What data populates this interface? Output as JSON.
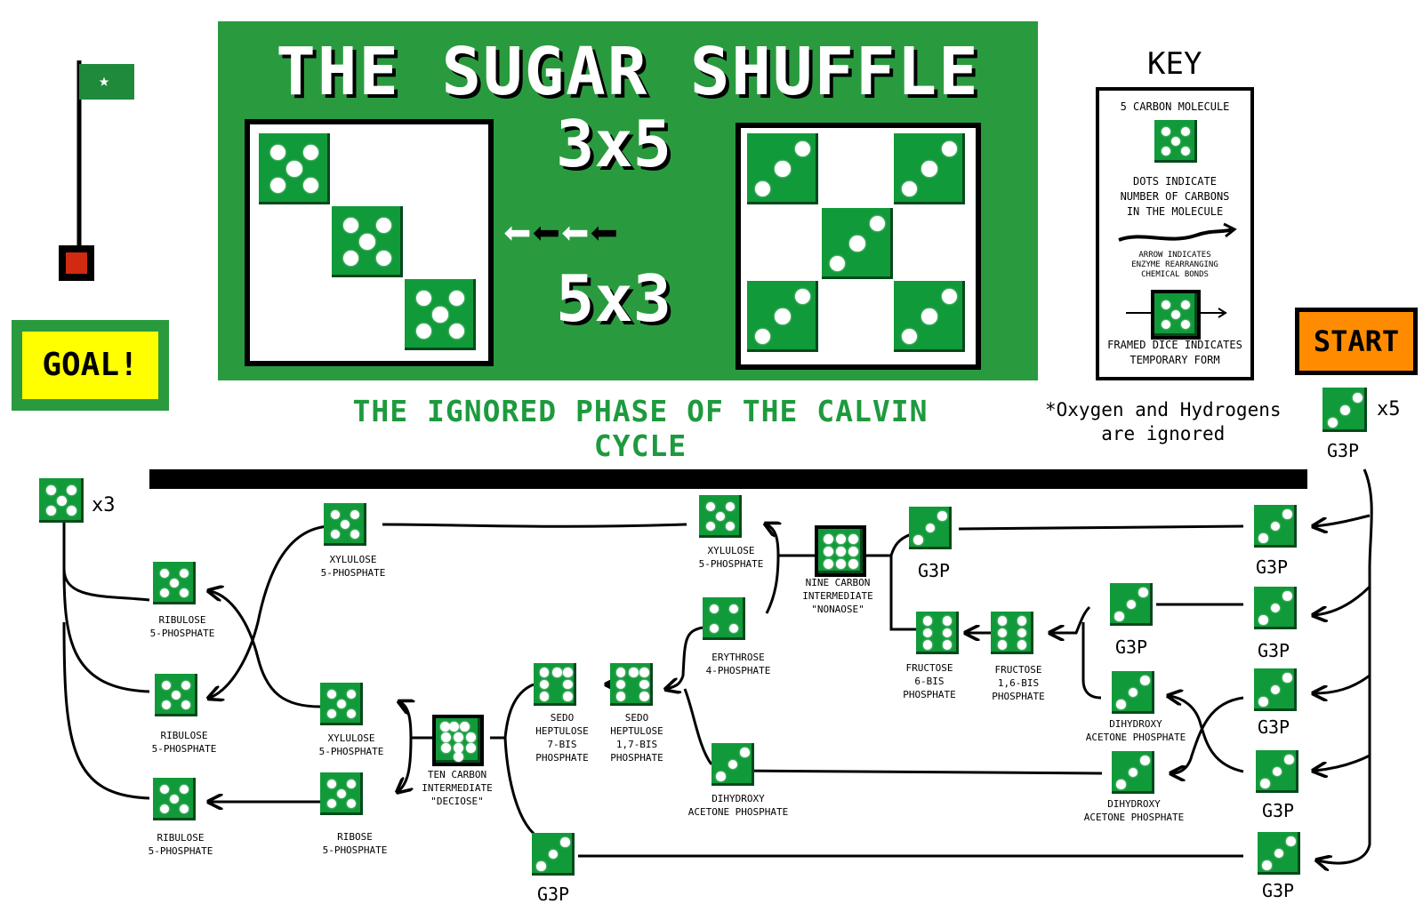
{
  "title": "THE SUGAR SHUFFLE",
  "subtitle": "THE IGNORED PHASE OF THE CALVIN CYCLE",
  "banner": {
    "top_equation": "3x5",
    "bottom_equation": "5x3"
  },
  "key": {
    "heading": "KEY",
    "five_carbon": "5 CARBON MOLECULE",
    "dots_note": "DOTS INDICATE\nNUMBER OF CARBONS\nIN THE MOLECULE",
    "arrow_note": "ARROW INDICATES\nENZYME REARRANGING\nCHEMICAL BONDS",
    "framed_note": "FRAMED DICE INDICATES\nTEMPORARY FORM"
  },
  "note": "*Oxygen and Hydrogens\nare ignored",
  "goal_label": "GOAL!",
  "start_label": "START",
  "start_multiplier": "x5",
  "goal_multiplier": "x3",
  "labels": {
    "g3p": "G3P",
    "xylulose": "XYLULOSE\n5-PHOSPHATE",
    "ribulose": "RIBULOSE\n5-PHOSPHATE",
    "ribose": "RIBOSE\n5-PHOSPHATE",
    "nonaose": "NINE CARBON\nINTERMEDIATE\n\"NONAOSE\"",
    "deciose": "TEN CARBON\nINTERMEDIATE\n\"DECIOSE\"",
    "erythrose": "ERYTHROSE\n4-PHOSPHATE",
    "dhap": "DIHYDROXY\nACETONE PHOSPHATE",
    "fructose_6": "FRUCTOSE\n6-BIS\nPHOSPHATE",
    "fructose_16": "FRUCTOSE\n1,6-BIS\nPHOSPHATE",
    "sedo_7": "SEDO\nHEPTULOSE\n7-BIS\nPHOSPHATE",
    "sedo_17": "SEDO\nHEPTULOSE\n1,7-BIS\nPHOSPHATE"
  },
  "colors": {
    "die": "#119a39",
    "banner": "#2a9a3f",
    "goal": "#ffff00",
    "start": "#ff8c00"
  }
}
